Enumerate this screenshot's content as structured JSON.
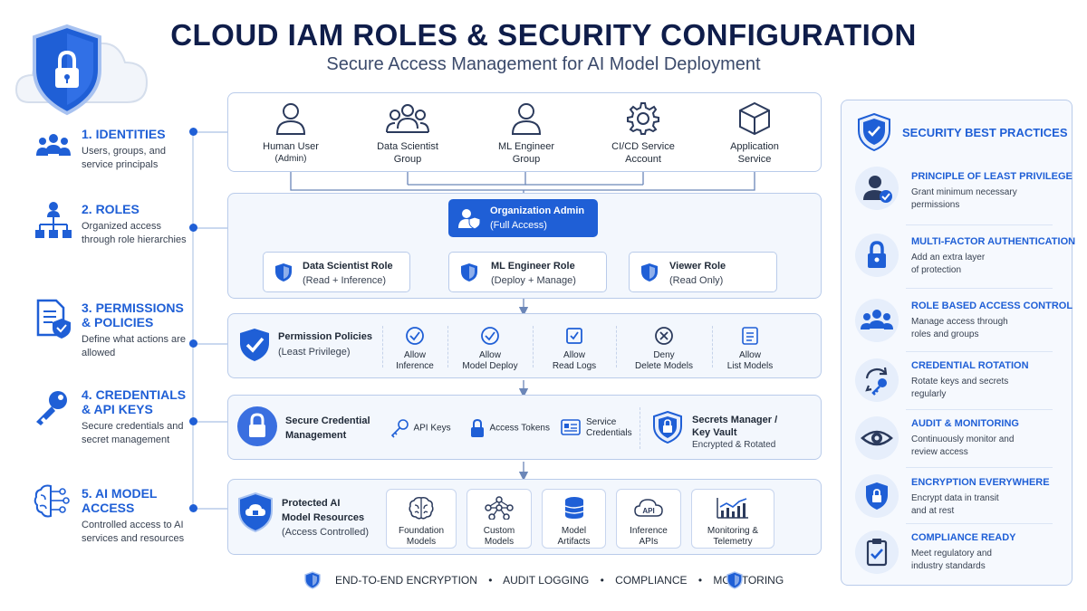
{
  "header": {
    "title": "CLOUD IAM ROLES & SECURITY CONFIGURATION",
    "subtitle": "Secure Access Management for AI Model Deployment"
  },
  "colors": {
    "primary": "#1f5fd6",
    "navy": "#0f1d4a",
    "panel_border": "#b9cbea",
    "panel_bg": "#f3f7fd"
  },
  "left_steps": [
    {
      "title": "1. IDENTITIES",
      "desc": "Users, groups, and service principals",
      "icon": "users-icon"
    },
    {
      "title": "2. ROLES",
      "desc": "Organized access through role hierarchies",
      "icon": "hierarchy-icon"
    },
    {
      "title": "3. PERMISSIONS & POLICIES",
      "desc": "Define what actions are allowed",
      "icon": "document-shield-icon"
    },
    {
      "title": "4. CREDENTIALS & API KEYS",
      "desc": "Secure credentials and secret management",
      "icon": "key-icon"
    },
    {
      "title": "5. AI MODEL ACCESS",
      "desc": "Controlled access to AI services and resources",
      "icon": "brain-icon"
    }
  ],
  "identities": [
    {
      "line1": "Human User",
      "line2": "(Admin)",
      "icon": "user-icon"
    },
    {
      "line1": "Data Scientist",
      "line2": "Group",
      "icon": "group-icon"
    },
    {
      "line1": "ML Engineer",
      "line2": "Group",
      "icon": "user-icon"
    },
    {
      "line1": "CI/CD Service",
      "line2": "Account",
      "icon": "gear-icon"
    },
    {
      "line1": "Application",
      "line2": "Service",
      "icon": "cube-icon"
    }
  ],
  "roles": {
    "admin": {
      "title": "Organization Admin",
      "sub": "(Full Access)"
    },
    "items": [
      {
        "title": "Data Scientist Role",
        "sub": "(Read + Inference)"
      },
      {
        "title": "ML Engineer Role",
        "sub": "(Deploy + Manage)"
      },
      {
        "title": "Viewer Role",
        "sub": "(Read Only)"
      }
    ]
  },
  "permissions": {
    "title": "Permission Policies",
    "sub": "(Least Privilege)",
    "items": [
      {
        "line1": "Allow",
        "line2": "Inference",
        "icon": "check-circle-icon"
      },
      {
        "line1": "Allow",
        "line2": "Model Deploy",
        "icon": "check-circle-icon"
      },
      {
        "line1": "Allow",
        "line2": "Read Logs",
        "icon": "check-square-icon"
      },
      {
        "line1": "Deny",
        "line2": "Delete Models",
        "icon": "x-circle-icon"
      },
      {
        "line1": "Allow",
        "line2": "List Models",
        "icon": "list-icon"
      }
    ]
  },
  "credentials": {
    "title_line1": "Secure Credential",
    "title_line2": "Management",
    "api_keys": "API Keys",
    "access_tokens": "Access Tokens",
    "service_line1": "Service",
    "service_line2": "Credentials",
    "vault_line1": "Secrets Manager /",
    "vault_line2": "Key Vault",
    "vault_sub": "Encrypted & Rotated"
  },
  "resources": {
    "title_line1": "Protected AI",
    "title_line2": "Model Resources",
    "sub": "(Access Controlled)",
    "items": [
      {
        "line1": "Foundation",
        "line2": "Models",
        "icon": "brain-icon"
      },
      {
        "line1": "Custom",
        "line2": "Models",
        "icon": "network-icon"
      },
      {
        "line1": "Model",
        "line2": "Artifacts",
        "icon": "database-icon"
      },
      {
        "line1": "Inference",
        "line2": "APIs",
        "icon": "cloud-api-icon"
      },
      {
        "line1": "Monitoring &",
        "line2": "Telemetry",
        "icon": "chart-icon"
      }
    ],
    "api_text": "API"
  },
  "footer": {
    "items": [
      "END-TO-END ENCRYPTION",
      "AUDIT LOGGING",
      "COMPLIANCE",
      "MONITORING"
    ],
    "sep": "•"
  },
  "best_practices": {
    "title": "SECURITY BEST PRACTICES",
    "items": [
      {
        "title": "PRINCIPLE OF LEAST PRIVILEGE",
        "line1": "Grant minimum necessary",
        "line2": "permissions",
        "icon": "user-check-icon"
      },
      {
        "title": "MULTI-FACTOR AUTHENTICATION",
        "line1": "Add an extra layer",
        "line2": "of protection",
        "icon": "lock-icon"
      },
      {
        "title": "ROLE BASED ACCESS CONTROL",
        "line1": "Manage access through",
        "line2": "roles and groups",
        "icon": "users-icon"
      },
      {
        "title": "CREDENTIAL ROTATION",
        "line1": "Rotate keys and secrets",
        "line2": "regularly",
        "icon": "rotate-key-icon"
      },
      {
        "title": "AUDIT & MONITORING",
        "line1": "Continuously monitor and",
        "line2": "review access",
        "icon": "eye-icon"
      },
      {
        "title": "ENCRYPTION EVERYWHERE",
        "line1": "Encrypt data in transit",
        "line2": "and at rest",
        "icon": "shield-lock-icon"
      },
      {
        "title": "COMPLIANCE READY",
        "line1": "Meet regulatory and",
        "line2": "industry standards",
        "icon": "clipboard-check-icon"
      }
    ]
  }
}
